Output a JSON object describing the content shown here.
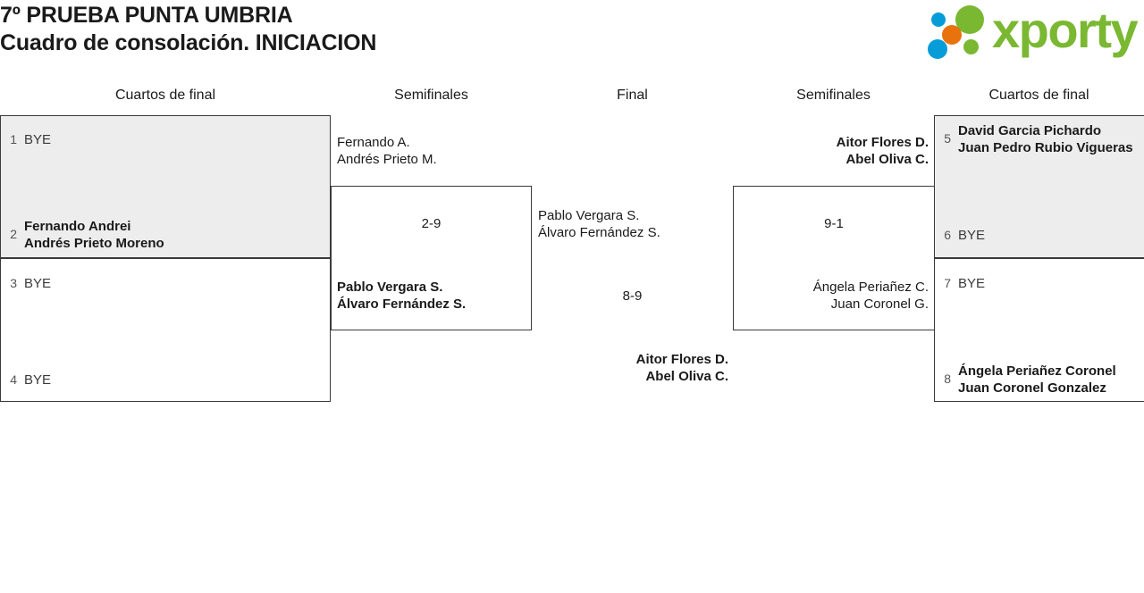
{
  "header": {
    "title_line1": "7º PRUEBA PUNTA UMBRIA",
    "title_line2": "Cuadro de consolación. INICIACION",
    "logo": {
      "wordmark": "xporty",
      "green": "#7ab832",
      "blue": "#069cd8",
      "orange": "#e8720c"
    }
  },
  "columns": [
    {
      "label": "Cuartos de final"
    },
    {
      "label": "Semifinales"
    },
    {
      "label": "Final"
    },
    {
      "label": "Semifinales"
    },
    {
      "label": "Cuartos de final"
    }
  ],
  "bracket": {
    "left_quarters": [
      {
        "seed": "1",
        "line1": "BYE",
        "line2": "",
        "winner": false
      },
      {
        "seed": "2",
        "line1": "Fernando Andrei",
        "line2": "Andrés Prieto Moreno",
        "winner": true
      },
      {
        "seed": "3",
        "line1": "BYE",
        "line2": "",
        "winner": false
      },
      {
        "seed": "4",
        "line1": "BYE",
        "line2": "",
        "winner": false
      }
    ],
    "left_semifinal": {
      "top": {
        "line1": "Fernando A.",
        "line2": "Andrés Prieto M.",
        "winner": false
      },
      "bottom": {
        "line1": "Pablo Vergara S.",
        "line2": "Álvaro Fernández S.",
        "winner": true
      },
      "score": "2-9"
    },
    "final": {
      "left": {
        "line1": "Pablo Vergara S.",
        "line2": "Álvaro Fernández S.",
        "winner": false
      },
      "right": {
        "line1": "Aitor Flores D.",
        "line2": "Abel Oliva C.",
        "winner": true
      },
      "score": "8-9"
    },
    "right_semifinal": {
      "top": {
        "line1": "Aitor Flores D.",
        "line2": "Abel Oliva C.",
        "winner": true
      },
      "bottom": {
        "line1": "Ángela Periañez C.",
        "line2": "Juan Coronel G.",
        "winner": false
      },
      "score": "9-1"
    },
    "right_quarters": [
      {
        "seed": "5",
        "line1": "David Garcia Pichardo",
        "line2": "Juan Pedro Rubio Vigueras",
        "winner": true
      },
      {
        "seed": "6",
        "line1": "BYE",
        "line2": "",
        "winner": false
      },
      {
        "seed": "7",
        "line1": "BYE",
        "line2": "",
        "winner": false
      },
      {
        "seed": "8",
        "line1": "Ángela Periañez Coronel",
        "line2": "Juan Coronel Gonzalez",
        "winner": true
      }
    ]
  }
}
